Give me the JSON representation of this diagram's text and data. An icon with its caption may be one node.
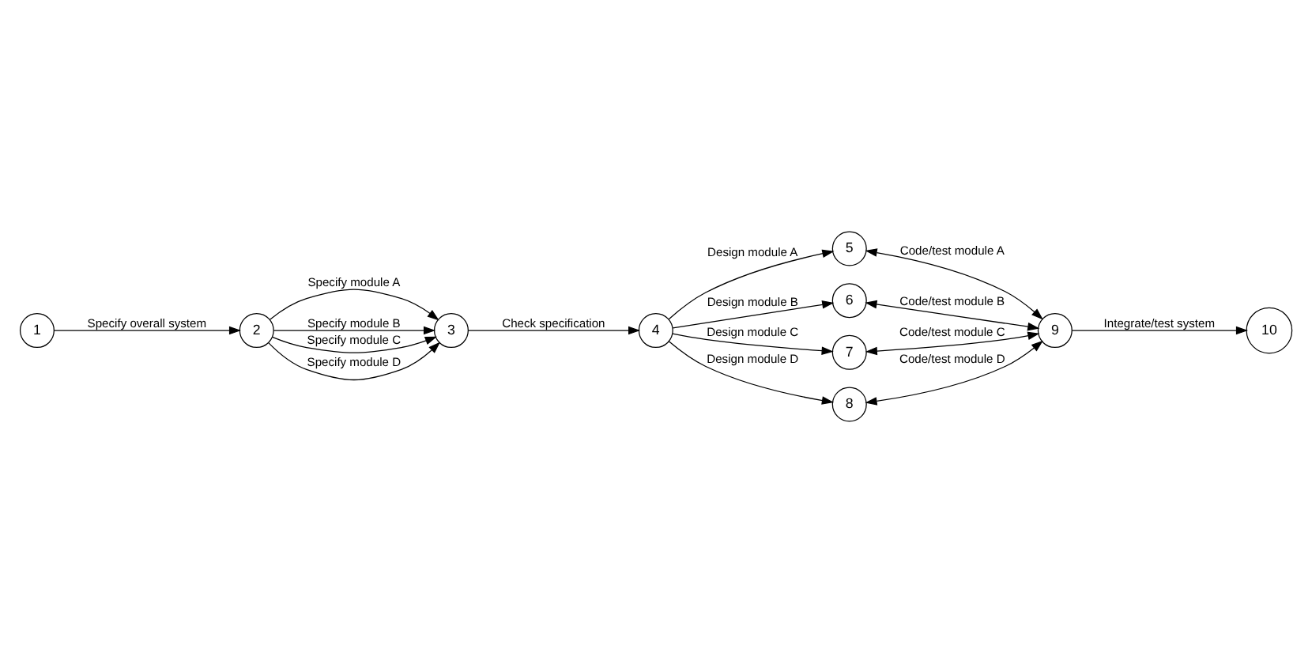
{
  "diagram": {
    "nodes": [
      {
        "text": [
          "1"
        ]
      },
      {
        "text": [
          "2"
        ]
      },
      {
        "text": [
          "3"
        ]
      },
      {
        "text": [
          "4"
        ]
      },
      {
        "text": [
          "5"
        ]
      },
      {
        "text": [
          "6"
        ]
      },
      {
        "text": [
          "7"
        ]
      },
      {
        "text": [
          "8"
        ]
      },
      {
        "text": [
          "9"
        ]
      },
      {
        "text": [
          "10"
        ]
      }
    ],
    "edges": [
      {
        "from": 0,
        "to": 1,
        "arrow": "to",
        "label": "Specify overall system"
      },
      {
        "from": 1,
        "to": 2,
        "arrow": "to",
        "label": "Specify module A"
      },
      {
        "from": 1,
        "to": 2,
        "arrow": "to",
        "label": "Specify module B"
      },
      {
        "from": 1,
        "to": 2,
        "arrow": "to",
        "label": "Specify module C"
      },
      {
        "from": 1,
        "to": 2,
        "arrow": "to",
        "label": "Specify module D"
      },
      {
        "from": 2,
        "to": 3,
        "arrow": "to",
        "label": "Check specification"
      },
      {
        "from": 3,
        "to": 4,
        "arrow": "to",
        "label": "Design module A"
      },
      {
        "from": 3,
        "to": 5,
        "arrow": "to",
        "label": "Design module B"
      },
      {
        "from": 3,
        "to": 6,
        "arrow": "to",
        "label": "Design module C"
      },
      {
        "from": 3,
        "to": 7,
        "arrow": "to",
        "label": "Design module D"
      },
      {
        "from": 4,
        "to": 8,
        "arrow": "both",
        "label": "Code/test module A"
      },
      {
        "from": 5,
        "to": 8,
        "arrow": "both",
        "label": "Code/test module B"
      },
      {
        "from": 6,
        "to": 8,
        "arrow": "both",
        "label": "Code/test module C"
      },
      {
        "from": 7,
        "to": 8,
        "arrow": "both",
        "label": "Code/test module D"
      },
      {
        "from": 8,
        "to": 9,
        "arrow": "to",
        "label": "Integrate/test system"
      }
    ]
  }
}
